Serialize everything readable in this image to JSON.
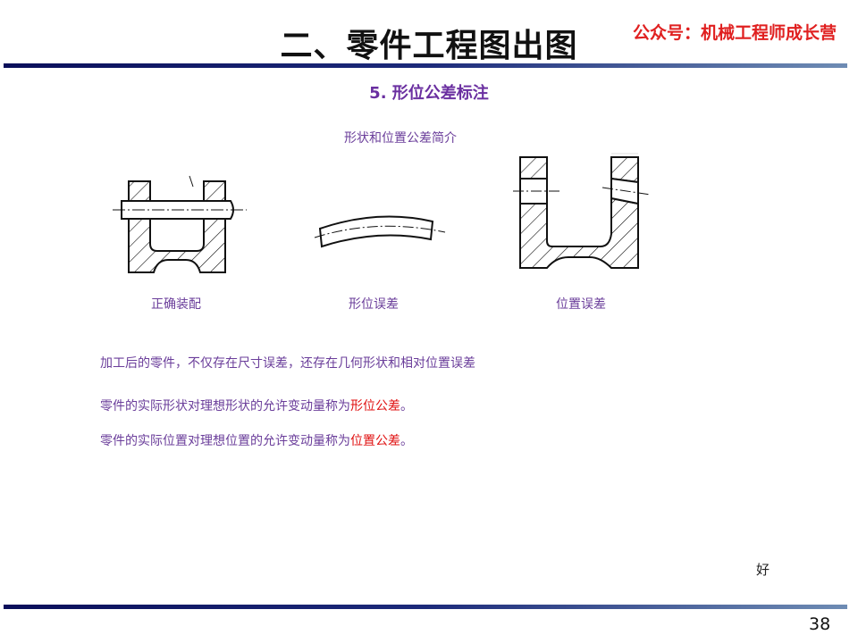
{
  "header": {
    "title": "二、零件工程图出图",
    "brand": "公众号：机械工程师成长营"
  },
  "section": {
    "subtitle": "5. 形位公差标注",
    "caption": "形状和位置公差简介"
  },
  "figures": {
    "labels": [
      "正确装配",
      "形位误差",
      "位置误差"
    ]
  },
  "body": {
    "line1": "加工后的零件，不仅存在尺寸误差，还存在几何形状和相对位置误差",
    "line2_prefix": "零件的实际形状对理想形状的允许变动量称为",
    "line2_highlight": "形位公差",
    "line2_suffix": "。",
    "line3_prefix": "零件的实际位置对理想位置的允许变动量称为",
    "line3_highlight": "位置公差",
    "line3_suffix": "。"
  },
  "footer": {
    "note": "好",
    "page_number": "38"
  }
}
